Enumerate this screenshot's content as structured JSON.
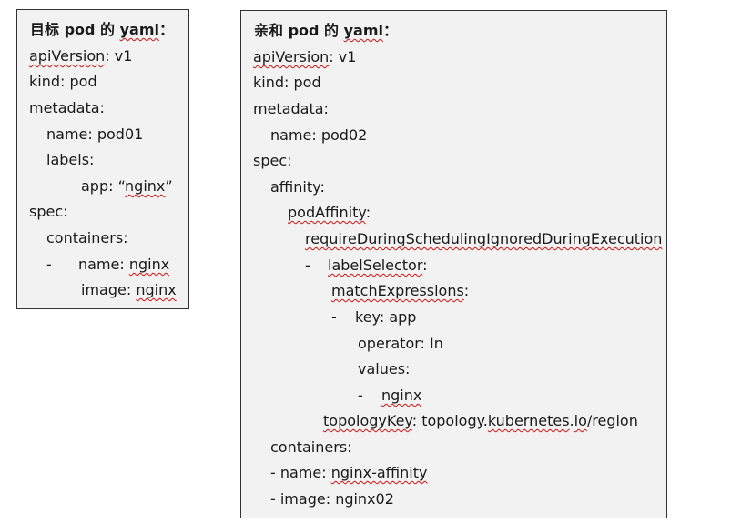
{
  "target": {
    "title_prefix": "目标 pod 的 ",
    "title_yaml": "yaml",
    "title_suffix": "：",
    "lines": [
      {
        "key": "apiVersion",
        "sep": ": ",
        "val": "v1"
      },
      {
        "key": "kind",
        "sep": ": ",
        "val": "pod"
      },
      {
        "key": "metadata",
        "sep": ":",
        "val": ""
      },
      {
        "key": "name",
        "sep": ": ",
        "val": "pod01"
      },
      {
        "key": "labels",
        "sep": ":",
        "val": ""
      },
      {
        "key": "app",
        "sep": ": ",
        "q_open": "“",
        "val": "nginx",
        "q_close": "”"
      },
      {
        "key": "spec",
        "sep": ":",
        "val": ""
      },
      {
        "key": "containers",
        "sep": ":",
        "val": ""
      },
      {
        "dash": "-",
        "key": "name",
        "sep": ": ",
        "val": "nginx"
      },
      {
        "key": "image",
        "sep": ": ",
        "val": "nginx"
      }
    ]
  },
  "affinity": {
    "title_prefix": "亲和 pod 的 ",
    "title_yaml": "yaml",
    "title_suffix": "：",
    "lines": [
      {
        "key": "apiVersion",
        "sep": ": ",
        "val": "v1"
      },
      {
        "key": "kind",
        "sep": ": ",
        "val": "pod"
      },
      {
        "key": "metadata",
        "sep": ":",
        "val": ""
      },
      {
        "key": "name",
        "sep": ": ",
        "val": "pod02"
      },
      {
        "key": "spec",
        "sep": ":",
        "val": ""
      },
      {
        "key": "affinity",
        "sep": ":",
        "val": ""
      },
      {
        "key": "podAffinity",
        "sep": ":",
        "val": ""
      },
      {
        "key": "requireDuringSchedulingIgnoredDuringExecution",
        "sep": "",
        "val": ""
      },
      {
        "dash": "-",
        "key": "labelSelector",
        "sep": ":",
        "val": ""
      },
      {
        "key": "matchExpressions",
        "sep": ":",
        "val": ""
      },
      {
        "dash": "-",
        "key": "key",
        "sep": ": ",
        "val": "app"
      },
      {
        "key": "operator",
        "sep": ": ",
        "val": "In"
      },
      {
        "key": "values",
        "sep": ":",
        "val": ""
      },
      {
        "dash": "-",
        "key": "",
        "sep": "",
        "val": "nginx"
      },
      {
        "key": "topologyKey",
        "sep": ": ",
        "val_a": "topology.",
        "val_b": "kubernetes",
        "val_c": ".",
        "val_d": "io",
        "val_e": "/region"
      },
      {
        "key": "containers",
        "sep": ":",
        "val": ""
      },
      {
        "prefix": "- ",
        "key": "name",
        "sep": ": ",
        "val": "nginx-affinity"
      },
      {
        "prefix": "- ",
        "key": "image",
        "sep": ": ",
        "val": "nginx02"
      }
    ]
  }
}
